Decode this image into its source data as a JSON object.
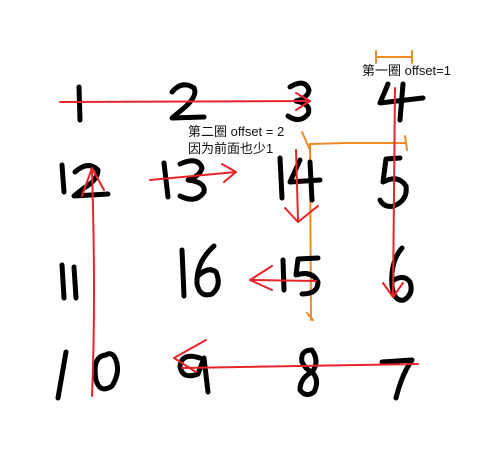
{
  "annotations": {
    "layer1": "第一圈 offset=1",
    "layer2_line1": "第二圈 offset = 2",
    "layer2_line2": "因为前面也少1"
  },
  "grid": {
    "row1": [
      "1",
      "2",
      "3",
      "4"
    ],
    "row2": [
      "12",
      "13",
      "14",
      "5"
    ],
    "row3": [
      "11",
      "16",
      "15",
      "6"
    ],
    "row4": [
      "10",
      "9",
      "8",
      "7"
    ]
  },
  "colors": {
    "path": "#e8232a",
    "bracket": "#f08a24",
    "ink": "#000000"
  }
}
